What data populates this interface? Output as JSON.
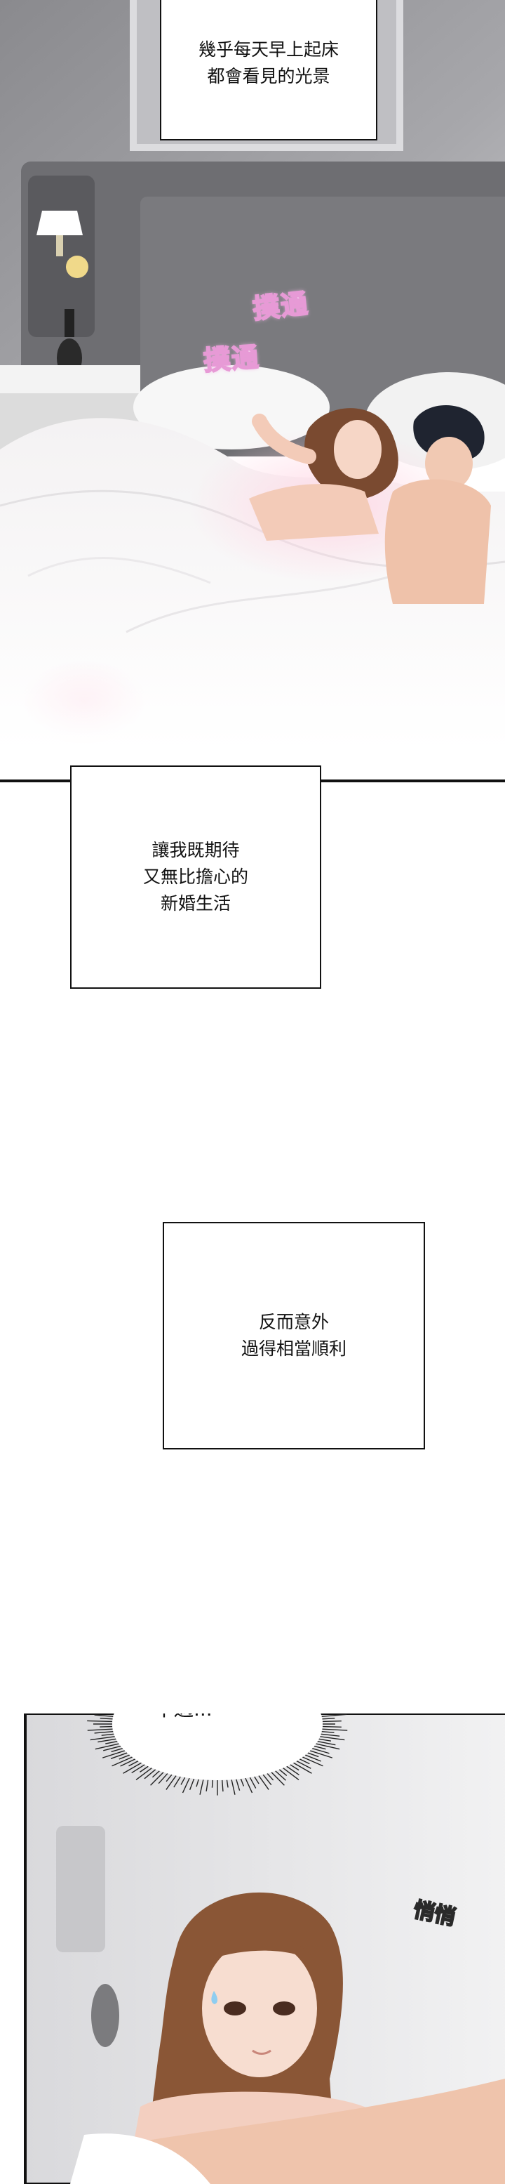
{
  "panel1": {
    "caption_lines": [
      "幾乎每天早上起床",
      "都會看見的光景"
    ],
    "sfx_top": "撲通",
    "sfx_bottom": "撲通"
  },
  "caption2": {
    "lines": [
      "讓我既期待",
      "又無比擔心的",
      "新婚生活"
    ]
  },
  "caption3": {
    "lines": [
      "反而意外",
      "過得相當順利"
    ]
  },
  "panel2": {
    "burst_text": "不過...",
    "sfx_side": "悄悄"
  }
}
